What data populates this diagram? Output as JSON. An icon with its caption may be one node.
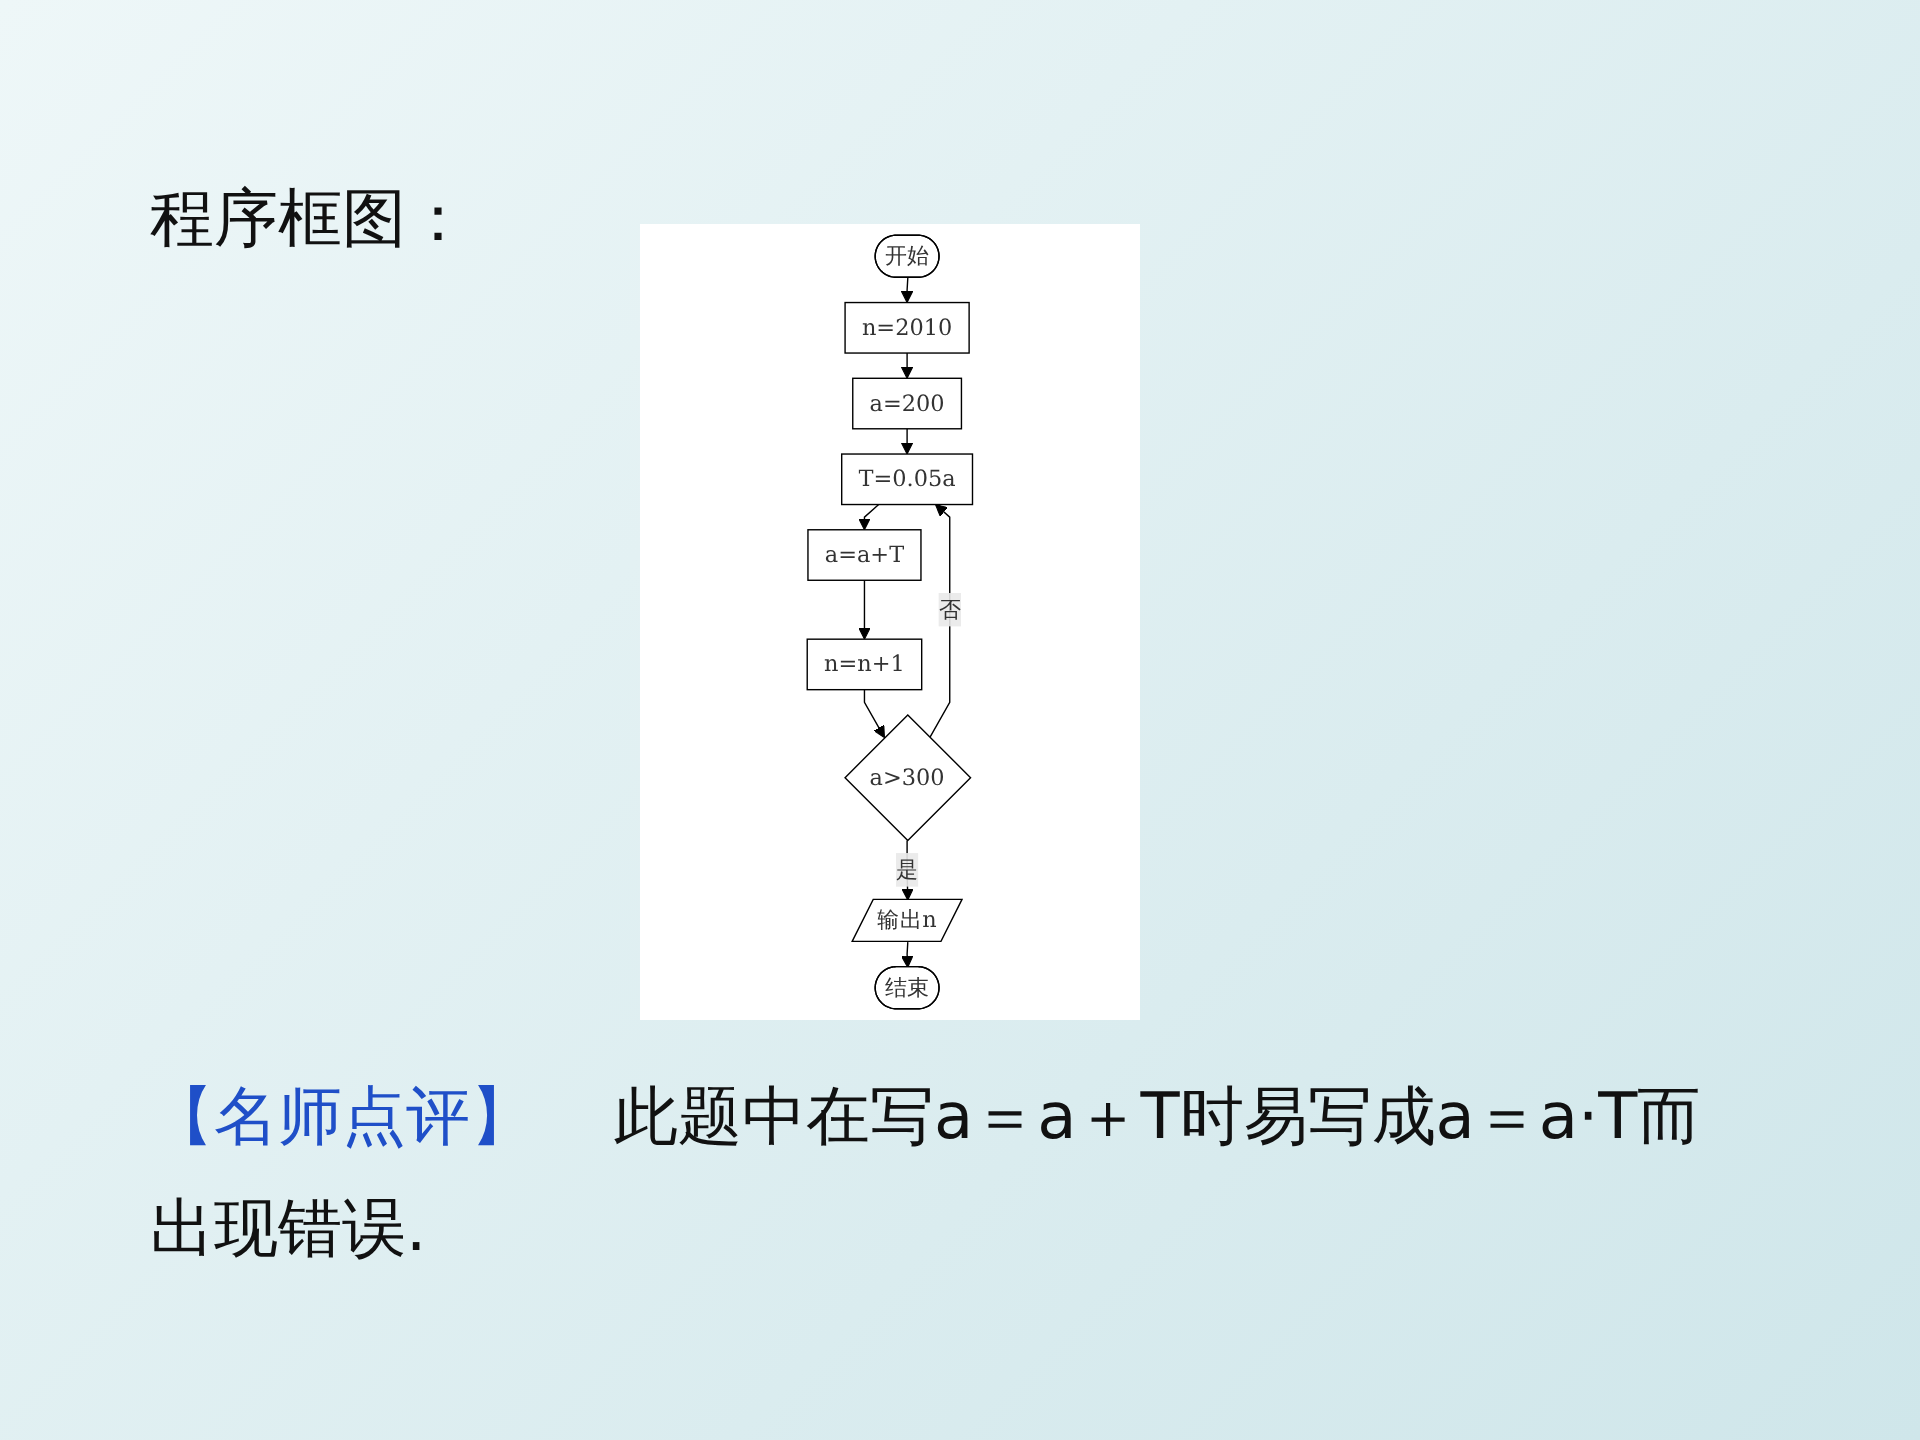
{
  "diagram": {
    "title": "程序框图：",
    "nodes": [
      {
        "text": [
          "开始"
        ]
      },
      {
        "text": [
          "n=2010"
        ]
      },
      {
        "text": [
          "a=200"
        ]
      },
      {
        "text": [
          "T=0.05a"
        ]
      },
      {
        "text": [
          "a=a+T"
        ]
      },
      {
        "text": [
          "n=n+1"
        ]
      },
      {
        "text": [
          "a>300"
        ]
      },
      {
        "text": [
          "输出n"
        ]
      },
      {
        "text": [
          "结束"
        ]
      }
    ],
    "edges": [
      {
        "from": 0,
        "to": 1,
        "arrow": "to"
      },
      {
        "from": 1,
        "to": 2,
        "arrow": "to"
      },
      {
        "from": 2,
        "to": 3,
        "arrow": "to"
      },
      {
        "from": 3,
        "to": 4,
        "arrow": "to"
      },
      {
        "from": 4,
        "to": 5,
        "arrow": "to"
      },
      {
        "from": 5,
        "to": 6,
        "arrow": "to"
      },
      {
        "from": 6,
        "to": 3,
        "arrow": "to",
        "label": "否"
      },
      {
        "from": 6,
        "to": 7,
        "arrow": "to",
        "label": "是"
      },
      {
        "from": 7,
        "to": 8,
        "arrow": "to"
      }
    ],
    "labels": [
      "【名师点评】",
      "此题中在写a＝a＋T时易写成a＝a·T而出现错误."
    ]
  }
}
